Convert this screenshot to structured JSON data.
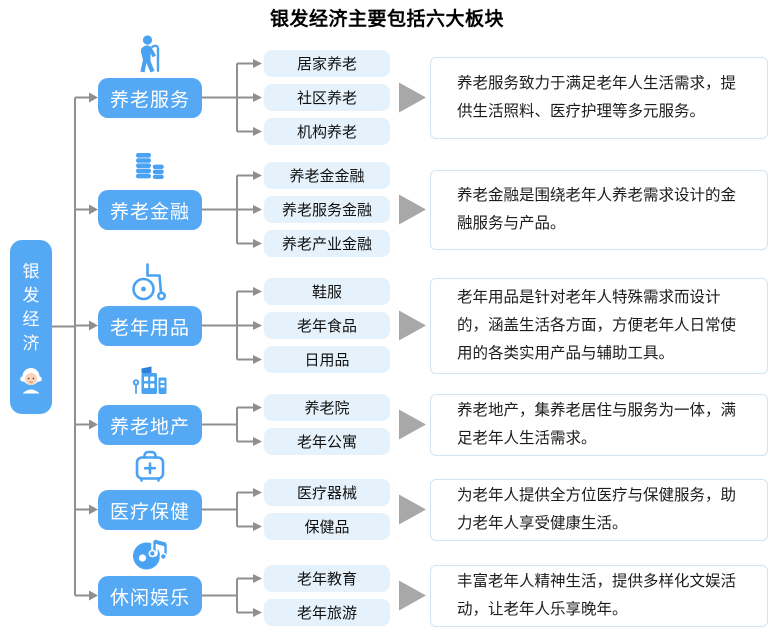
{
  "title": "银发经济主要包括六大板块",
  "root": {
    "label": "银发经济",
    "icon": "grandma-icon"
  },
  "branches": [
    {
      "label": "养老服务",
      "icon": "elderly-person-icon",
      "items": [
        "居家养老",
        "社区养老",
        "机构养老"
      ],
      "description": "养老服务致力于满足老年人生活需求，提供生活照料、医疗护理等多元服务。"
    },
    {
      "label": "养老金融",
      "icon": "coins-icon",
      "items": [
        "养老金金融",
        "养老服务金融",
        "养老产业金融"
      ],
      "description": "养老金融是围绕老年人养老需求设计的金融服务与产品。"
    },
    {
      "label": "老年用品",
      "icon": "wheelchair-icon",
      "items": [
        "鞋服",
        "老年食品",
        "日用品"
      ],
      "description": "老年用品是针对老年人特殊需求而设计的，涵盖生活各方面，方便老年人日常使用的各类实用产品与辅助工具。"
    },
    {
      "label": "养老地产",
      "icon": "building-icon",
      "items": [
        "养老院",
        "老年公寓"
      ],
      "description": "养老地产，集养老居住与服务为一体，满足老年人生活需求。"
    },
    {
      "label": "医疗保健",
      "icon": "medical-kit-icon",
      "items": [
        "医疗器械",
        "保健品"
      ],
      "description": "为老年人提供全方位医疗与保健服务，助力老年人享受健康生活。"
    },
    {
      "label": "休闲娱乐",
      "icon": "music-disc-icon",
      "items": [
        "老年教育",
        "老年旅游"
      ],
      "description": "丰富老年人精神生活，提供多样化文娱活动，让老年人乐享晚年。"
    }
  ],
  "colors": {
    "primary_blue": "#55a8f4",
    "icon_blue": "#4aa2f2",
    "item_bg": "#e5f2fc",
    "desc_border": "#cfe4f4",
    "connector_gray": "#8f8f8f",
    "arrow_gray": "#a8a8a8",
    "title_black": "#000000"
  }
}
